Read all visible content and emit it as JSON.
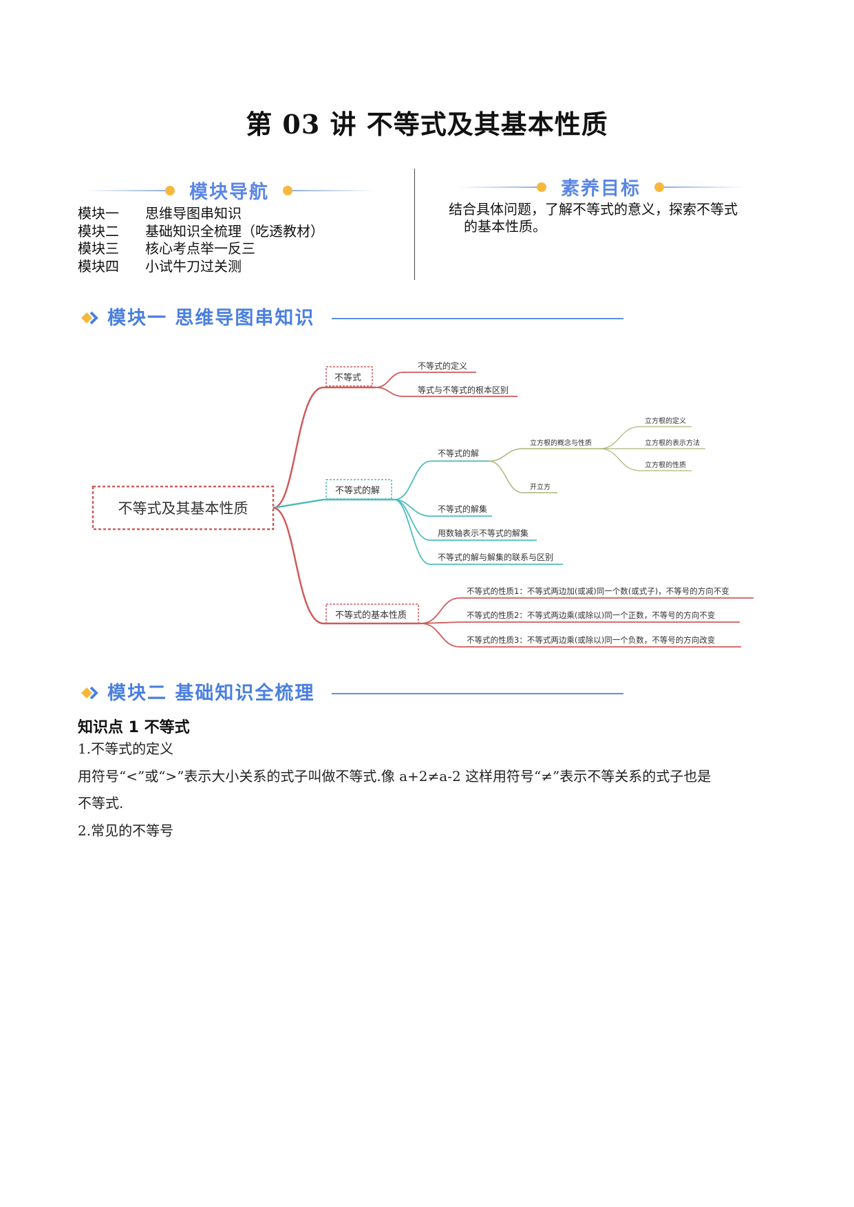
{
  "title": "第 03 讲  不等式及其基本性质",
  "nav": {
    "heading": "模块导航",
    "items": [
      {
        "key": "模块一",
        "label": "思维导图串知识"
      },
      {
        "key": "模块二",
        "label": "基础知识全梳理（吃透教材）"
      },
      {
        "key": "模块三",
        "label": "核心考点举一反三"
      },
      {
        "key": "模块四",
        "label": "小试牛刀过关测"
      }
    ]
  },
  "goal": {
    "heading": "素养目标",
    "line1": "结合具体问题，了解不等式的意义，探索不等式",
    "line2": "的基本性质。"
  },
  "module1": {
    "title": "模块一  思维导图串知识"
  },
  "module2": {
    "title": "模块二  基础知识全梳理"
  },
  "mindmap": {
    "root": "不等式及其基本性质",
    "b1": "不等式",
    "b1_1": "不等式的定义",
    "b1_2": "等式与不等式的根本区别",
    "b2": "不等式的解",
    "b2_1": "不等式的解",
    "b2_1_1": "立方根的概念与性质",
    "b2_1_1_1": "立方根的定义",
    "b2_1_1_2": "立方根的表示方法",
    "b2_1_1_3": "立方根的性质",
    "b2_1_2": "开立方",
    "b2_2": "不等式的解集",
    "b2_3": "用数轴表示不等式的解集",
    "b2_4": "不等式的解与解集的联系与区别",
    "b3": "不等式的基本性质",
    "b3_1": "不等式的性质1：不等式两边加(或减)同一个数(或式子)，不等号的方向不变",
    "b3_2": "不等式的性质2：不等式两边乘(或除以)同一个正数，不等号的方向不变",
    "b3_3": "不等式的性质3：不等式两边乘(或除以)同一个负数，不等号的方向改变",
    "colors": {
      "red": "#d05a5a",
      "teal": "#4fbcbc",
      "olive": "#a8b577"
    }
  },
  "content": {
    "kp_title": "知识点  1 不等式",
    "p1": "1.不等式的定义",
    "p2": "用符号“<”或“>”表示大小关系的式子叫做不等式.像 a+2≠a-2 这样用符号“≠”表示不等关系的式子也是",
    "p3": "不等式.",
    "p4": "2.常见的不等号"
  }
}
